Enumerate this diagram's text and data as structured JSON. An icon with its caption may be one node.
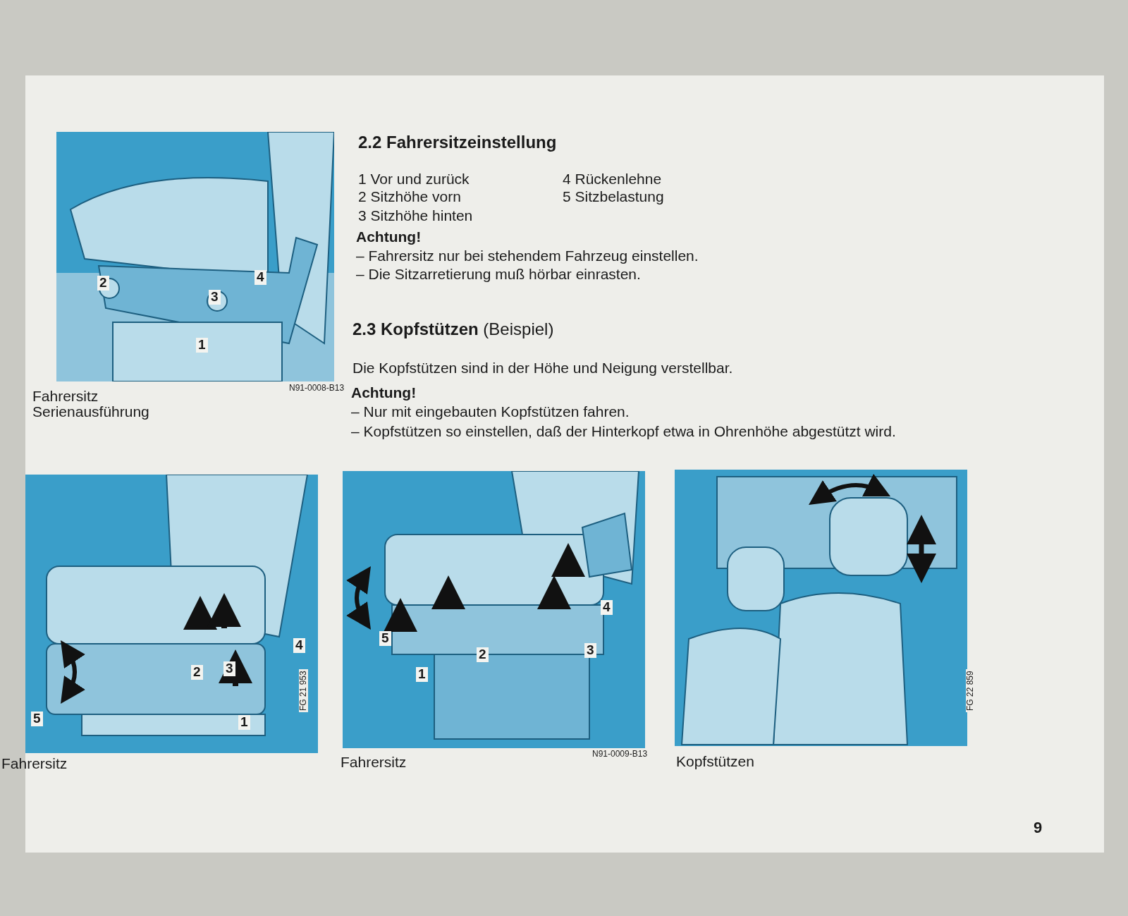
{
  "diagram": {
    "labels": [
      "2",
      "4",
      "3",
      "1",
      "N91-0008-B13",
      "Fahrersitz Serienausführung",
      "2.2 Fahrersitzeinstellung",
      "1 Vor und zurück",
      "4 Rückenlehne",
      "2 Sitzhöhe vorn",
      "5 Sitzbelastung",
      "3 Sitzhöhe hinten",
      "Achtung!",
      "– Fahrersitz nur bei stehendem Fahrzeug einstellen.",
      "– Die Sitzarretierung muß hörbar einrasten.",
      "**2.3 Kopfstützen** (Beispiel)",
      "Die Kopfstützen sind in der Höhe und Neigung verstellbar.",
      "Achtung!",
      "– Nur mit eingebauten Kopfstützen fahren.",
      "– Kopfstützen so einstellen, daß der Hinterkopf etwa in Ohrenhöhe abgestützt wird.",
      "4",
      "2",
      "3",
      "5",
      "1",
      "FG 21 953",
      "Fahrersitz",
      "4",
      "5",
      "2",
      "3",
      "1",
      "N91-0009-B13",
      "Fahrersitz",
      "FG 22 859",
      "Kopfstützen",
      "9"
    ]
  }
}
